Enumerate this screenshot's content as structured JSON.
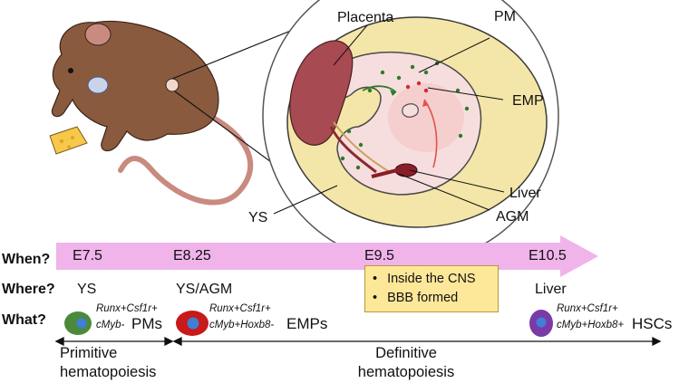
{
  "labels": {
    "placenta": "Placenta",
    "pm": "PM",
    "emp": "EMP",
    "liver_callout": "Liver",
    "agm_callout": "AGM",
    "ys_callout": "YS"
  },
  "timeline": {
    "row_when": "When?",
    "row_where": "Where?",
    "row_what": "What?",
    "stages": [
      "E7.5",
      "E8.25",
      "E9.5",
      "E10.5"
    ],
    "places": [
      "YS",
      "YS/AGM",
      "Liver"
    ],
    "cns_box": [
      "Inside the CNS",
      "BBB formed"
    ]
  },
  "cells": [
    {
      "markers_top": "Runx+Csf1r+",
      "markers_bottom": "cMyb-",
      "type": "PMs"
    },
    {
      "markers_top": "Runx+Csf1r+",
      "markers_bottom": "cMyb+Hoxb8-",
      "type": "EMPs"
    },
    {
      "markers_top": "Runx+Csf1r+",
      "markers_bottom": "cMyb+Hoxb8+",
      "type": "HSCs"
    }
  ],
  "brackets": {
    "primitive": "Primitive hematopoiesis",
    "definitive": "Definitive hematopoiesis"
  },
  "colors": {
    "arrow_fill": "#f0b3ea",
    "cns_box": "#fde89a",
    "pm_cell": "#4a8a3a",
    "emp_cell": "#c81a1a",
    "hsc_cell": "#7a3aa8",
    "nucleus": "#3f7fd6",
    "placenta": "#a74a52",
    "yolk_sac": "#f4e6a8"
  }
}
